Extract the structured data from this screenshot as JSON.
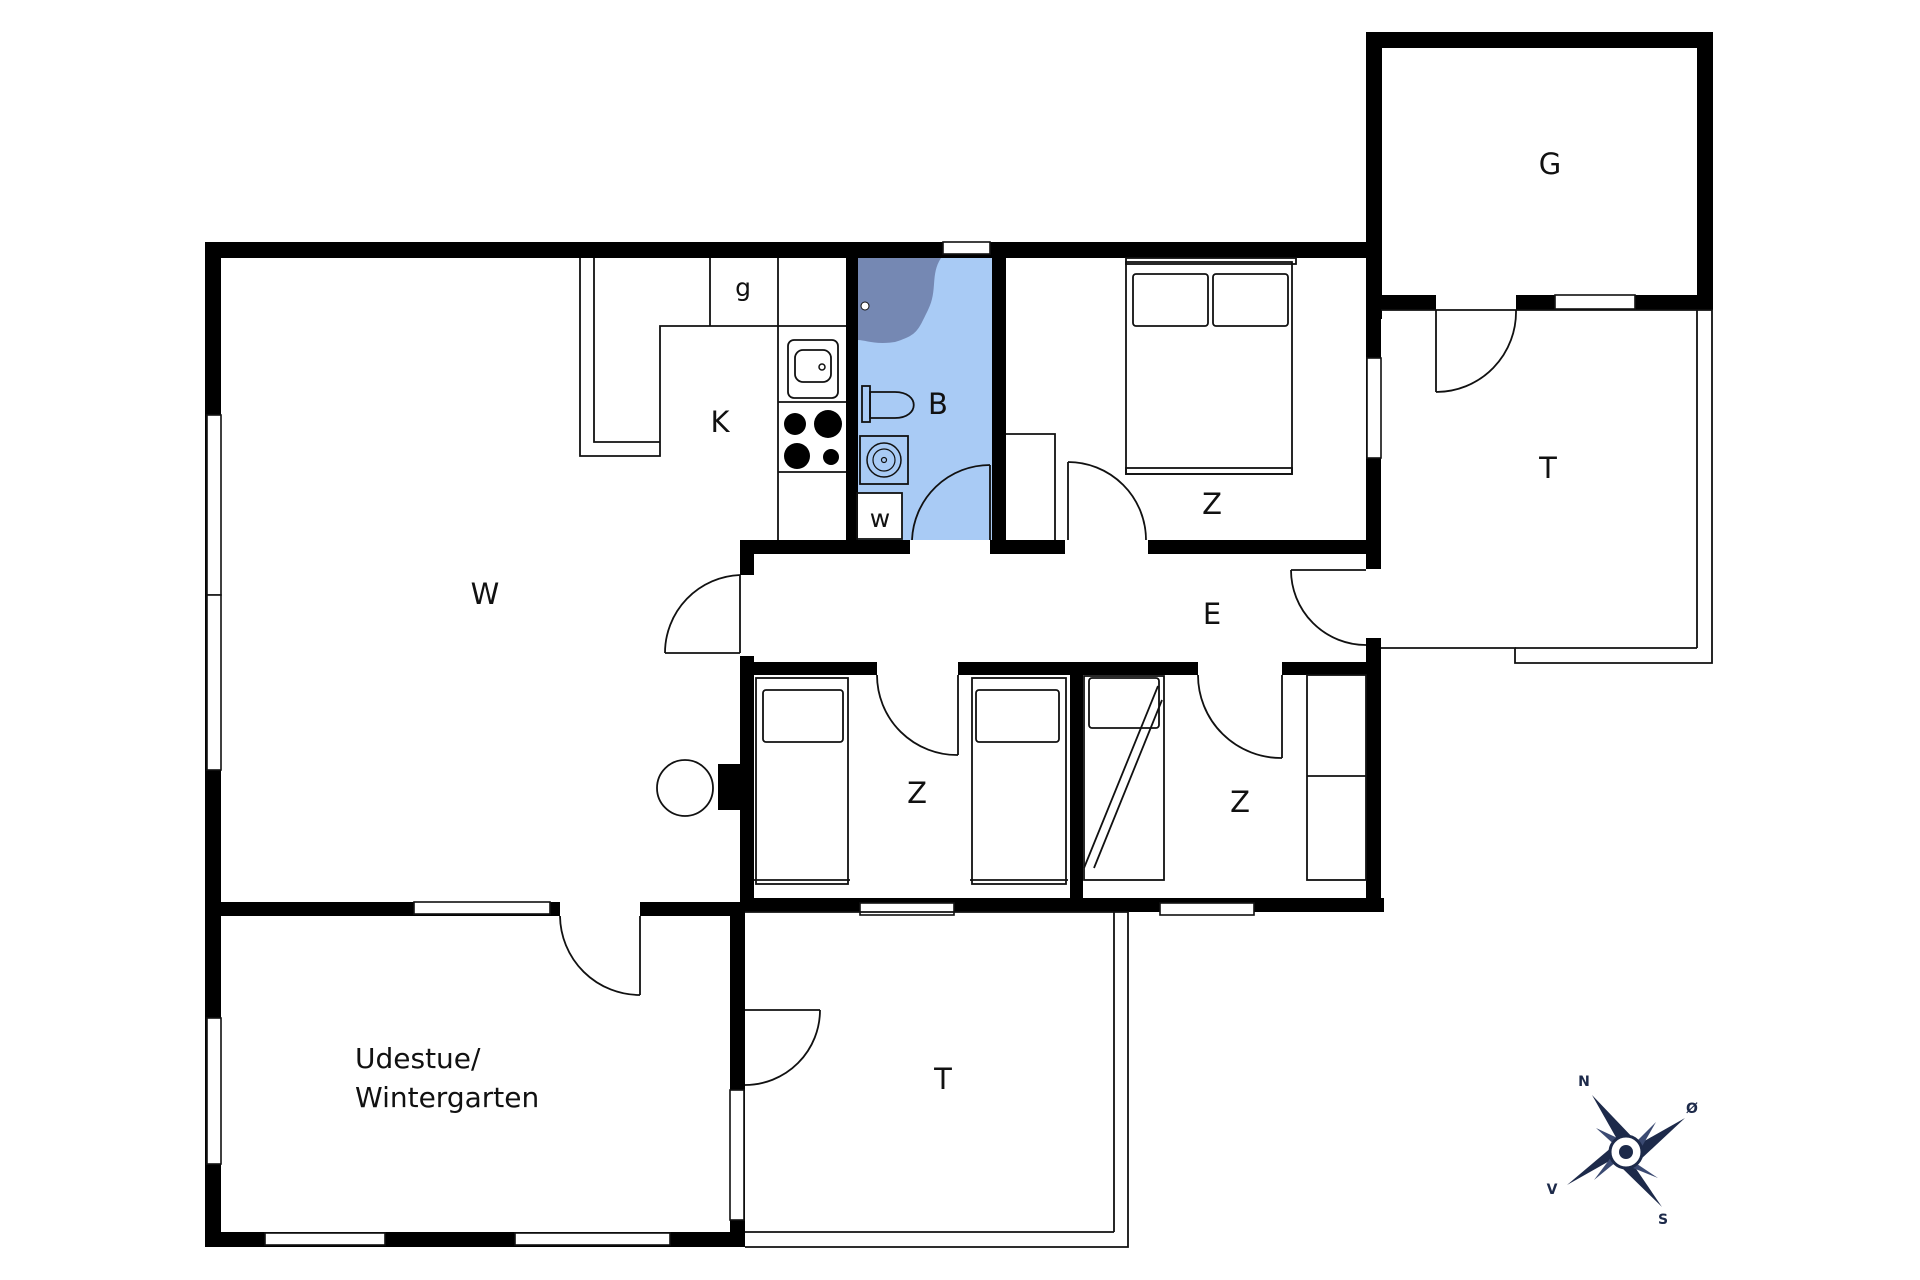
{
  "floorplan": {
    "rooms": {
      "living": "W",
      "kitchen": "K",
      "kitchen_g": "g",
      "bath": "B",
      "bath_w": "w",
      "bedroom_ne": "Z",
      "hall": "E",
      "bedroom_mid": "Z",
      "bedroom_se": "Z",
      "garage": "G",
      "terrace_east": "T",
      "terrace_south": "T",
      "sunroom_line1": "Udestue/",
      "sunroom_line2": "Wintergarten"
    },
    "compass": {
      "n": "N",
      "o": "Ø",
      "s": "S",
      "v": "V"
    },
    "colors": {
      "bath_floor": "#a9cbf5",
      "shower": "#7588b3",
      "walls": "#000000",
      "compass": "#1d2a4a"
    }
  }
}
